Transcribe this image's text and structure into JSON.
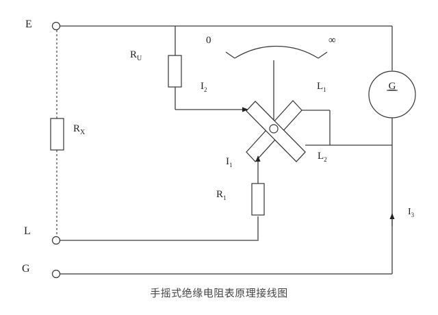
{
  "diagram": {
    "caption": "手摇式绝缘电阻表原理接线图",
    "terminals": [
      {
        "id": "E",
        "label": "E"
      },
      {
        "id": "L",
        "label": "L"
      },
      {
        "id": "G",
        "label": "G"
      }
    ],
    "resistors": [
      {
        "id": "Rx",
        "main": "R",
        "sub": "X"
      },
      {
        "id": "Ru",
        "main": "R",
        "sub": "U"
      },
      {
        "id": "R1",
        "main": "R",
        "sub": "1"
      }
    ],
    "currents": [
      {
        "id": "I1",
        "main": "I",
        "sub": "1"
      },
      {
        "id": "I2",
        "main": "I",
        "sub": "2"
      },
      {
        "id": "I3",
        "main": "I",
        "sub": "3"
      }
    ],
    "coils": [
      {
        "id": "L1",
        "main": "L",
        "sub": "1"
      },
      {
        "id": "L2",
        "main": "L",
        "sub": "2"
      }
    ],
    "generator": {
      "label": "G"
    },
    "scale": {
      "min_label": "0",
      "max_label": "∞"
    },
    "colors": {
      "line": "#3a3a3a",
      "text": "#222222",
      "background": "#ffffff"
    }
  }
}
